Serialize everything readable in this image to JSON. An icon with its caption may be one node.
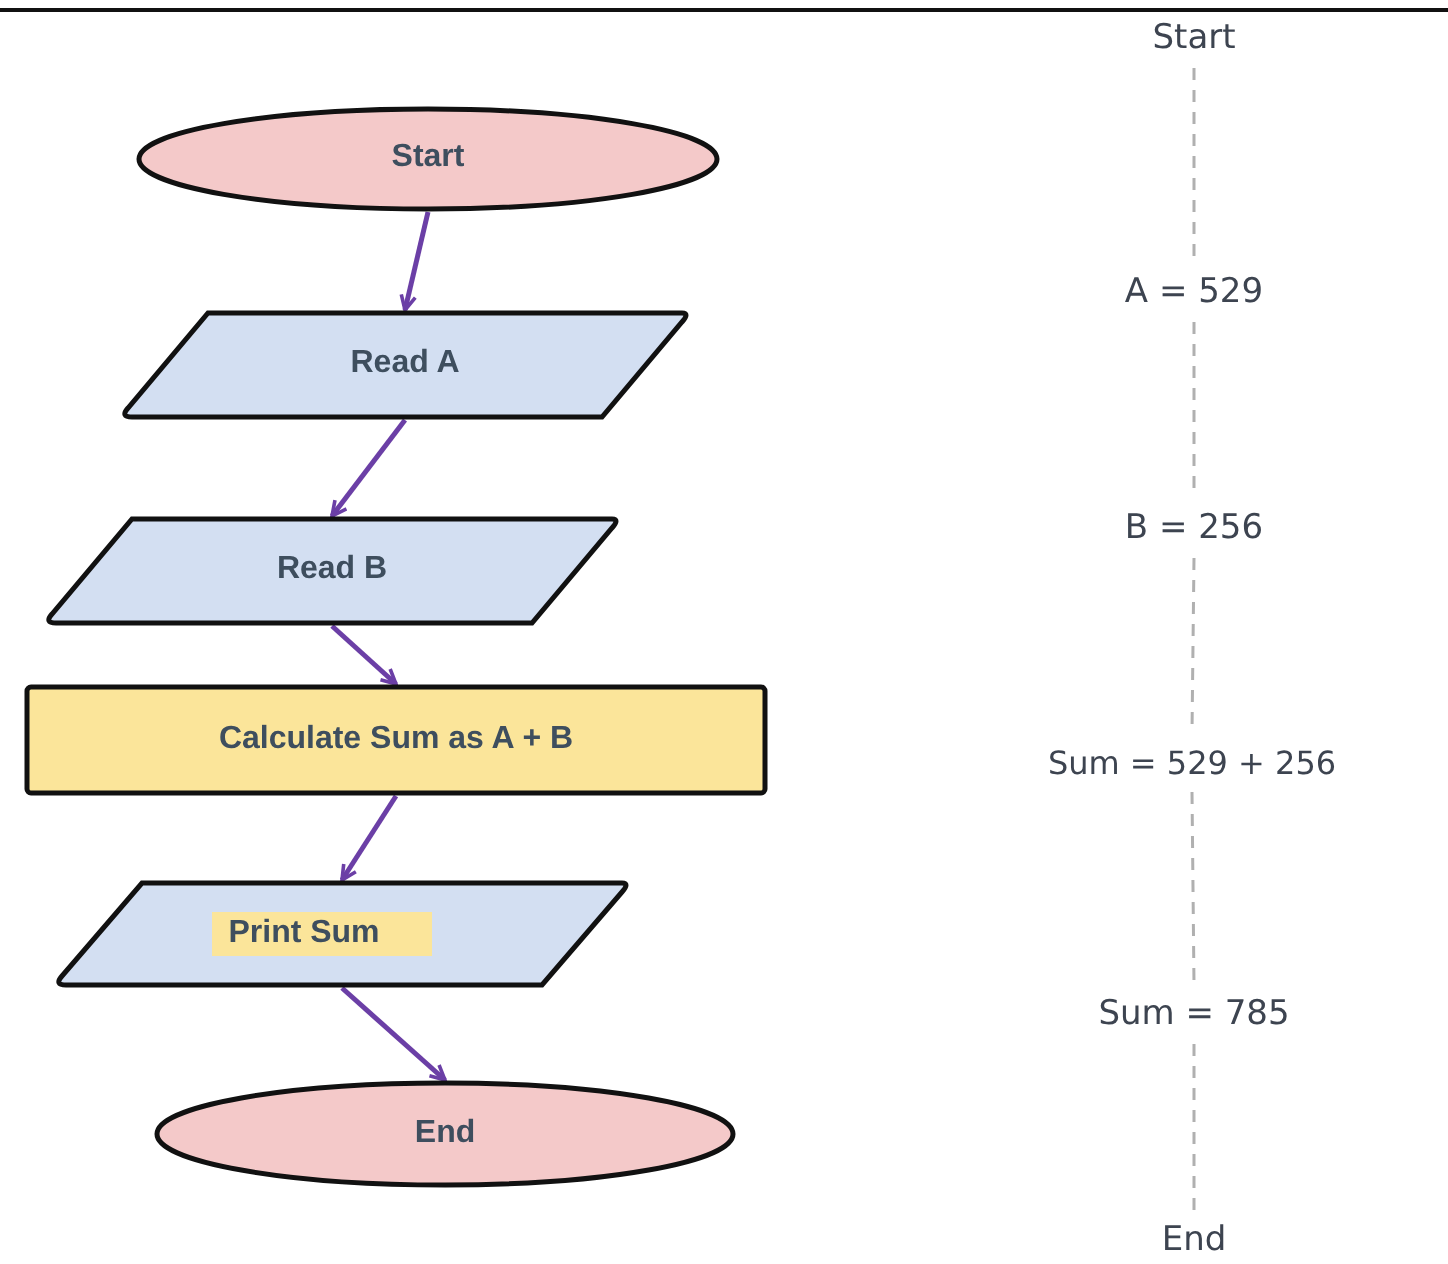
{
  "diagram": {
    "nodes": [
      {
        "text": [
          "Start"
        ]
      },
      {
        "text": [
          "Read A"
        ]
      },
      {
        "text": [
          "Read B"
        ]
      },
      {
        "text": [
          "Calculate Sum as A + B"
        ]
      },
      {
        "text": [
          "Print Sum"
        ]
      },
      {
        "text": [
          "End"
        ]
      },
      {
        "text": [
          "Start"
        ]
      },
      {
        "text": [
          "A = 529"
        ]
      },
      {
        "text": [
          "B = 256"
        ]
      },
      {
        "text": [
          "Sum = 529 + 256"
        ]
      },
      {
        "text": [
          "Sum = 785"
        ]
      },
      {
        "text": [
          "End"
        ]
      }
    ],
    "edges": [
      {
        "from": 0,
        "to": 1,
        "arrow": "to"
      },
      {
        "from": 1,
        "to": 2,
        "arrow": "to"
      },
      {
        "from": 2,
        "to": 3,
        "arrow": "to"
      },
      {
        "from": 3,
        "to": 4,
        "arrow": "to"
      },
      {
        "from": 4,
        "to": 5,
        "arrow": "to"
      },
      {
        "from": 6,
        "to": 7,
        "arrow": "none",
        "style": "dashed",
        "color": "#b0b0b0"
      },
      {
        "from": 7,
        "to": 8,
        "arrow": "none",
        "style": "dashed",
        "color": "#b0b0b0"
      },
      {
        "from": 8,
        "to": 9,
        "arrow": "none",
        "style": "dashed",
        "color": "#b0b0b0"
      },
      {
        "from": 9,
        "to": 10,
        "arrow": "none",
        "style": "dashed",
        "color": "#b0b0b0"
      },
      {
        "from": 10,
        "to": 11,
        "arrow": "none",
        "style": "dashed",
        "color": "#b0b0b0"
      }
    ]
  }
}
